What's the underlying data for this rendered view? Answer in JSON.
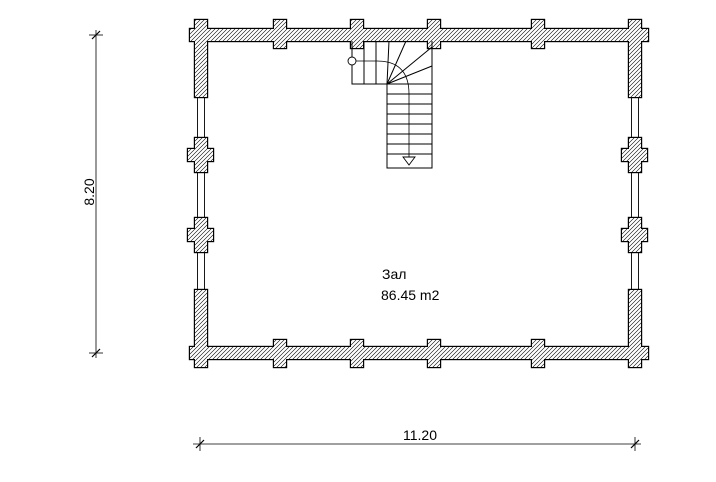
{
  "room": {
    "name": "Зал",
    "area": "86.45 m2"
  },
  "dimensions": {
    "vertical": "8.20",
    "horizontal": "11.20"
  },
  "colors": {
    "line": "#000000",
    "background": "#ffffff"
  }
}
